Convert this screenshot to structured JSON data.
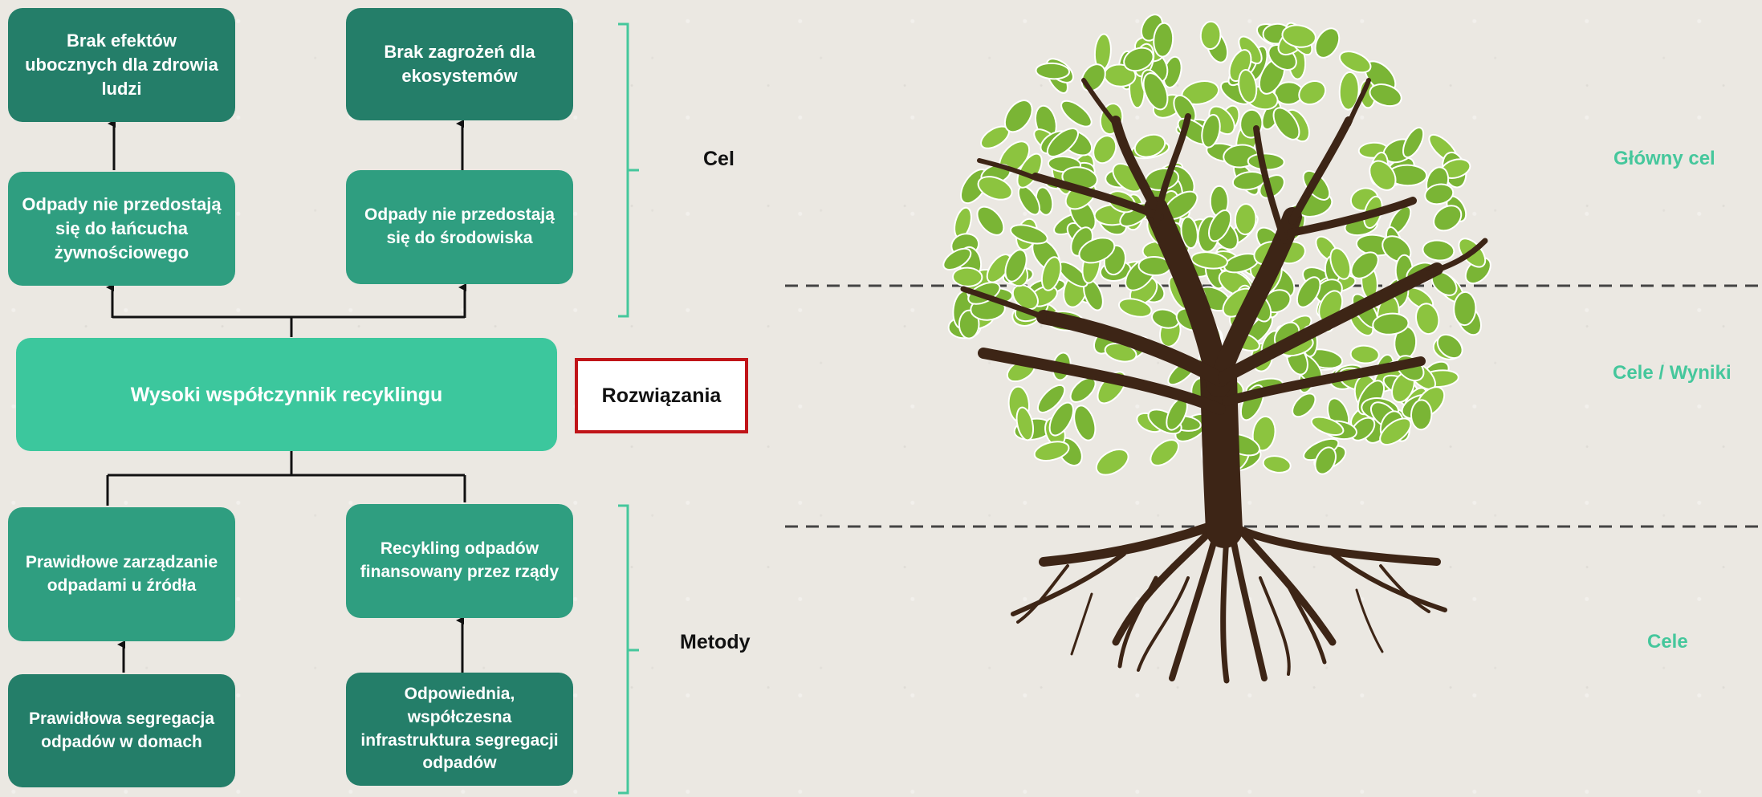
{
  "boxes": {
    "top_left": "Brak efektów ubocznych dla zdrowia ludzi",
    "top_right": "Brak zagrożeń dla ekosystemów",
    "goal_left": "Odpady nie przedostają się do łańcucha żywnościowego",
    "goal_right": "Odpady nie przedostają się do środowiska",
    "central": "Wysoki współczynnik recyklingu",
    "method_left": "Prawidłowe zarządzanie odpadami u źródła",
    "method_right": "Recykling odpadów finansowany przez rządy",
    "bottom_left": "Prawidłowa segregacja odpadów w domach",
    "bottom_right": "Odpowiednia, współczesna infrastruktura segregacji odpadów"
  },
  "labels": {
    "cel": "Cel",
    "rozwiazania": "Rozwiązania",
    "metody": "Metody"
  },
  "tree_labels": {
    "top": "Główny cel",
    "middle": "Cele / Wyniki",
    "bottom": "Cele"
  },
  "colors": {
    "dark_box": "#247e69",
    "mid_box": "#2f9e80",
    "main_box": "#3cc79d",
    "bracket": "#45c79c",
    "highlight_border": "#c01418",
    "trunk": "#3d2516",
    "leaf": "#7ab535"
  }
}
